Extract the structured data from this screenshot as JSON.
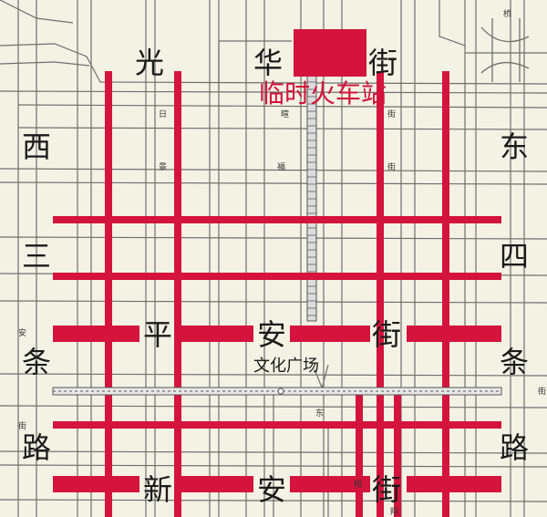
{
  "station": {
    "label": "临时火车站"
  },
  "plaza": {
    "label": "文化广场"
  },
  "streets": {
    "guanghua": [
      "光",
      "华",
      "街"
    ],
    "xisantiao": [
      "西",
      "三",
      "条",
      "路"
    ],
    "dongsitiao": [
      "东",
      "四",
      "条",
      "路"
    ],
    "pingan": [
      "平",
      "安",
      "街"
    ],
    "xinan": [
      "新",
      "安",
      "街"
    ]
  },
  "minor_labels": [
    "桥",
    "日",
    "景",
    "暄",
    "福",
    "街",
    "街",
    "东",
    "安",
    "街",
    "街",
    "翔",
    "翔"
  ],
  "colors": {
    "background": "#f3f2e4",
    "road_red": "#d4143c",
    "street_lines": "#6f6f6f"
  }
}
